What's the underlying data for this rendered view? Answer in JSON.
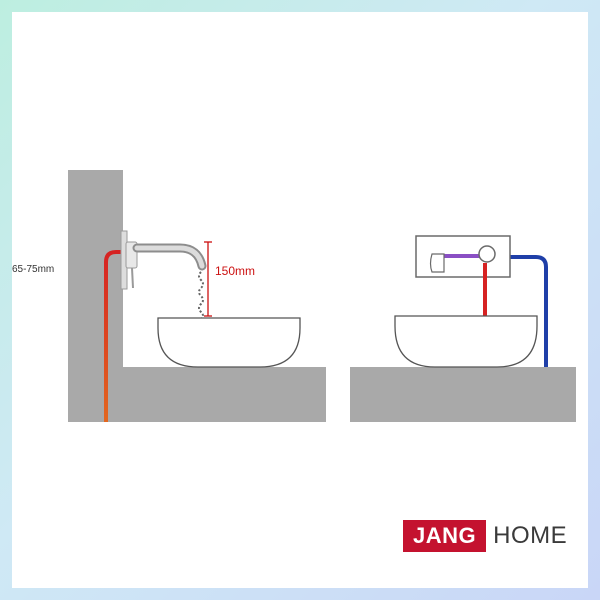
{
  "dimensions": {
    "wall_thickness": "65-75mm",
    "spout_height": "150mm"
  },
  "brand": {
    "name_boxed": "JANG",
    "name_plain": "HOME"
  },
  "colors": {
    "frame_gradient_start": "#bdeee0",
    "frame_gradient_end": "#c9d6f7",
    "wall": "#a9a9a9",
    "counter": "#a9a9a9",
    "hot_pipe": "#d62222",
    "cold_pipe": "#1f3fa8",
    "mixed_pipe": "#8a4fc4",
    "dimension_line": "#cc1111",
    "brand_red": "#c4122f",
    "basin_outline": "#555555"
  }
}
